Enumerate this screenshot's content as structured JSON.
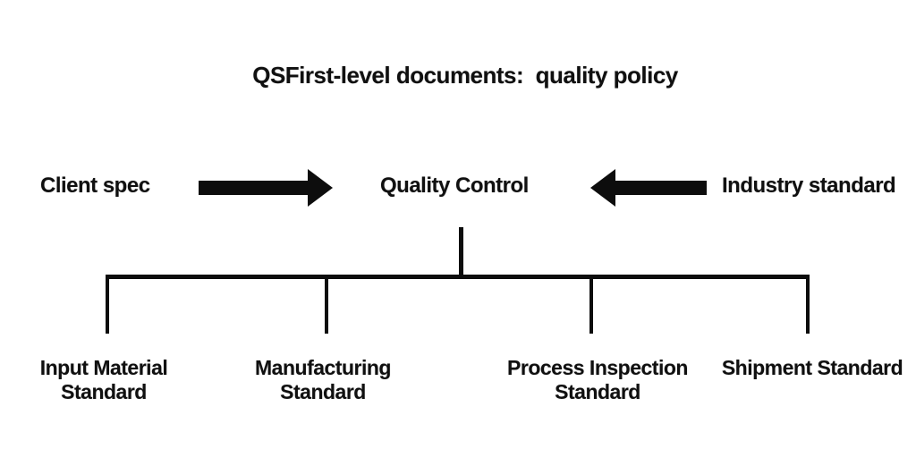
{
  "colors": {
    "background": "#ffffff",
    "line": "#0d0d0d",
    "text": "#101010"
  },
  "title": "QSFirst-level documents:  quality policy",
  "flow_row": {
    "left_label": "Client spec",
    "center_label": "Quality Control",
    "right_label": "Industry standard",
    "left_arrow_direction": "right",
    "right_arrow_direction": "left"
  },
  "children": [
    {
      "line1": "Input Material",
      "line2": "Standard"
    },
    {
      "line1": "Manufacturing",
      "line2": "Standard"
    },
    {
      "line1": "Process Inspection",
      "line2": "Standard"
    },
    {
      "line1": "Shipment Standard",
      "line2": ""
    }
  ]
}
